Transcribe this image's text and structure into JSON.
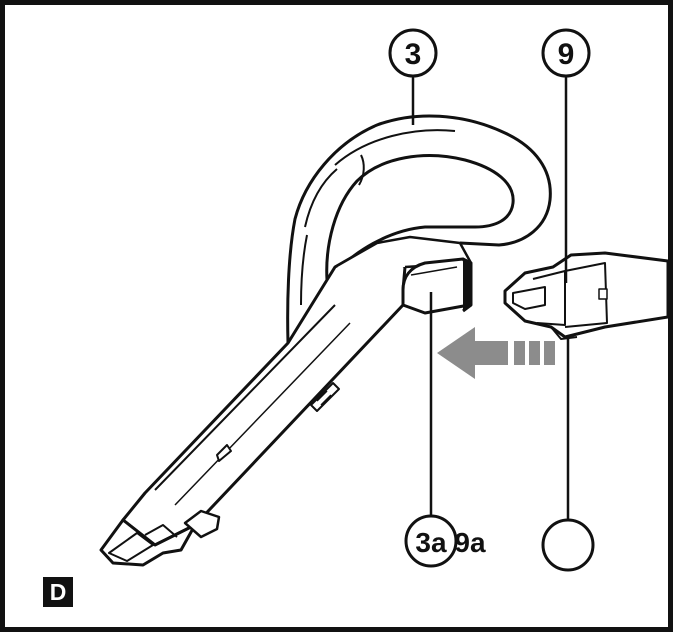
{
  "figure": {
    "panel_letter": "D",
    "callouts": {
      "handle": "3",
      "tube": "9",
      "socket": "3a",
      "tube_end": "9a"
    },
    "colors": {
      "ink": "#111111",
      "arrow": "#8c8c8c",
      "background": "#ffffff"
    },
    "icons": {
      "arrow": "insert-direction-arrow"
    }
  }
}
